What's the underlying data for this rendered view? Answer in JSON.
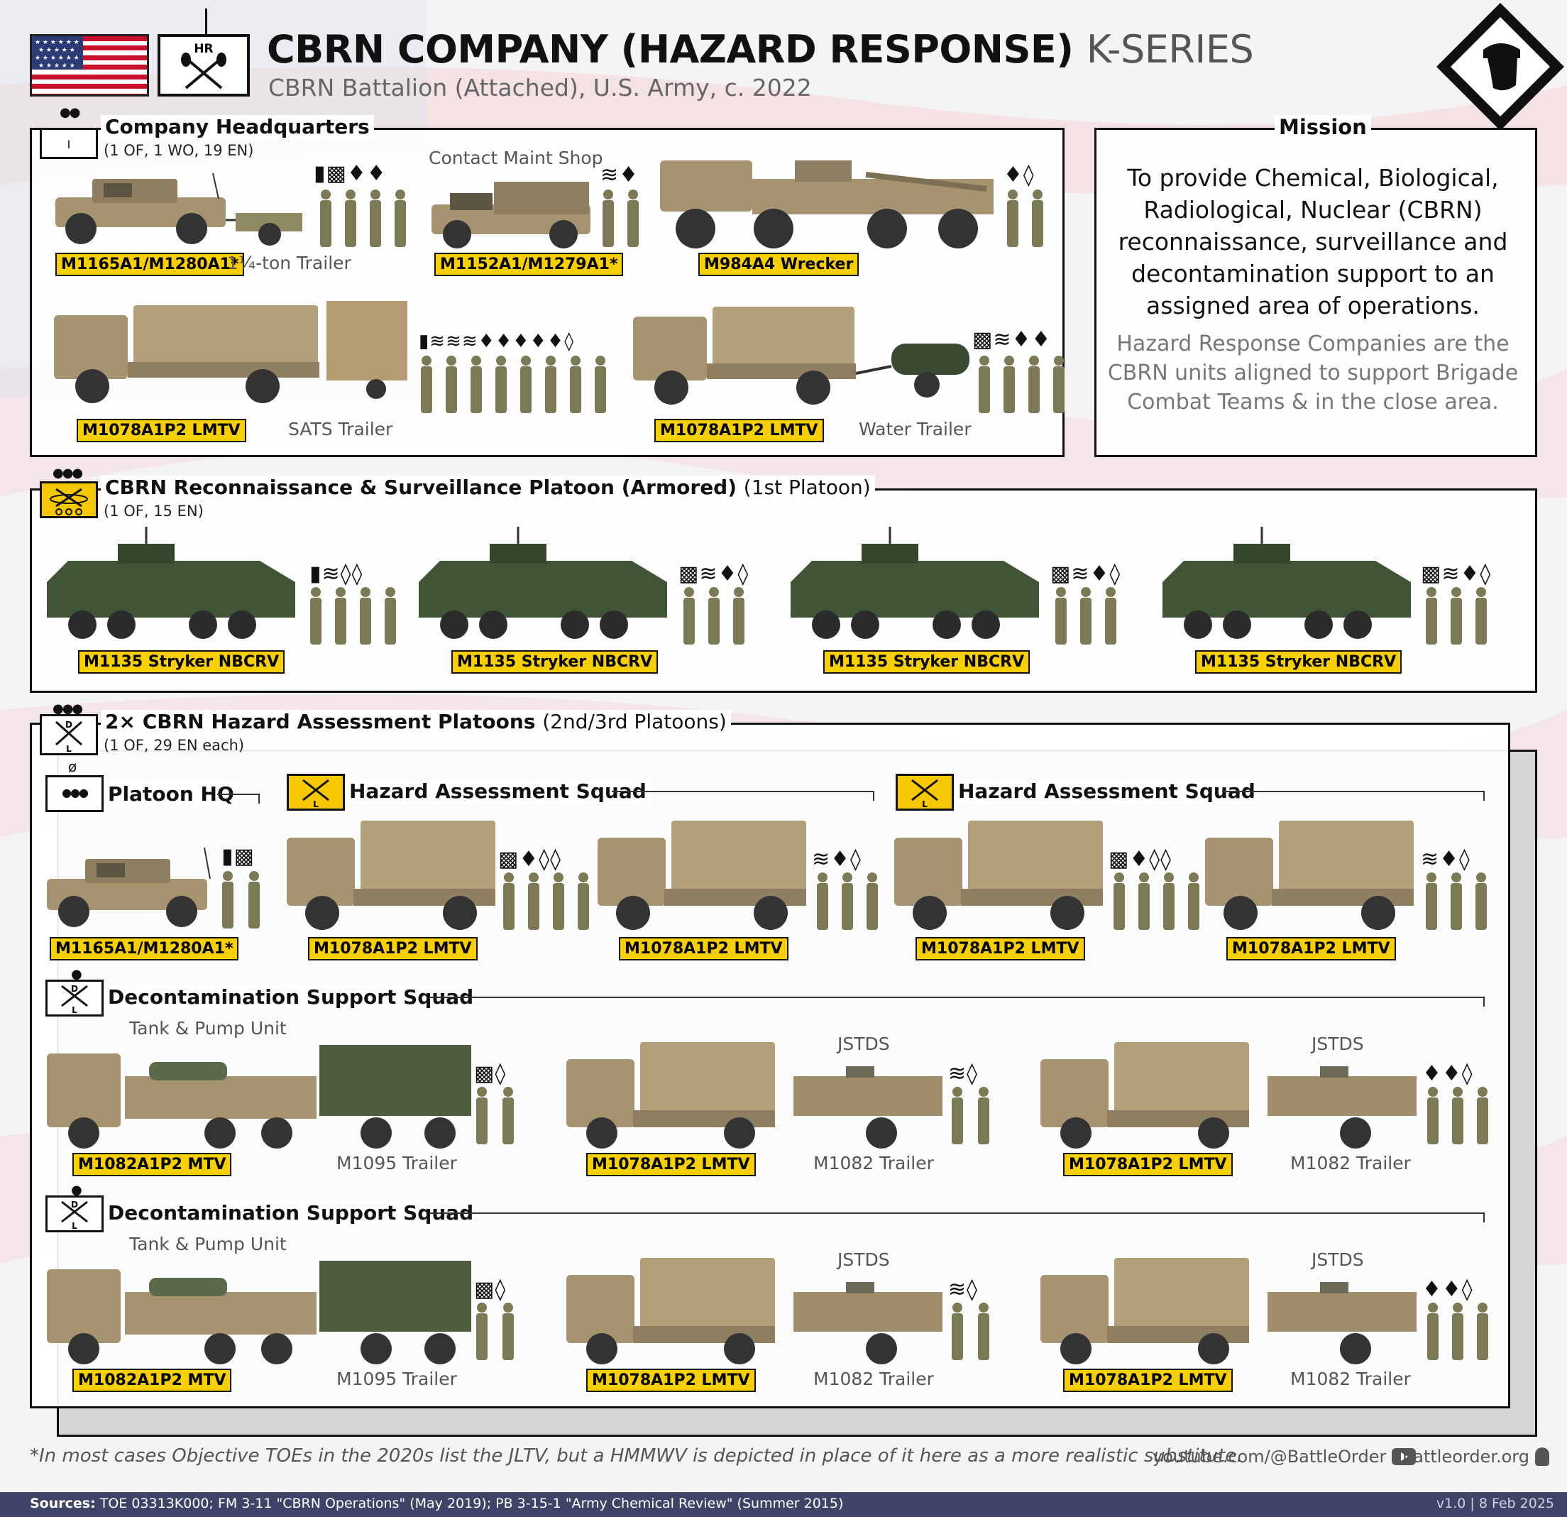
{
  "header": {
    "title_bold": "CBRN COMPANY (HAZARD RESPONSE)",
    "title_light": "K-SERIES",
    "subtitle": "CBRN Battalion (Attached), U.S. Army, c. 2022",
    "unit_symbol_text": "HR"
  },
  "mission": {
    "title": "Mission",
    "main": "To provide Chemical, Biological, Radiological, Nuclear (CBRN) reconnaissance, surveillance and decontamination support to an assigned area of operations.",
    "note": "Hazard Response Companies are the CBRN units aligned to support Brigade Combat Teams & in the close area."
  },
  "hq": {
    "title": "Company Headquarters",
    "sub": "(1 OF, 1 WO, 19 EN)",
    "sym_text": "I",
    "items": [
      {
        "label": "M1165A1/M1280A1*",
        "trailer": "1¼-ton Trailer",
        "ranks": "▮▩♦♦"
      },
      {
        "label": "M1152A1/M1279A1*",
        "top": "Contact Maint Shop",
        "ranks": "≋♦"
      },
      {
        "label": "M984A4 Wrecker",
        "ranks": "♦◊"
      },
      {
        "label": "M1078A1P2 LMTV",
        "trailer": "SATS Trailer",
        "ranks": "▮≋≋≋♦♦♦♦♦◊"
      },
      {
        "label": "M1078A1P2 LMTV",
        "trailer": "Water Trailer",
        "ranks": "▩≋♦♦"
      }
    ]
  },
  "recon": {
    "title_bold": "CBRN Reconnaissance & Surveillance Platoon (Armored)",
    "title_norm": "(1st Platoon)",
    "sub": "(1 OF, 15 EN)",
    "items": [
      {
        "label": "M1135 Stryker NBCRV",
        "ranks": "▮≋◊◊"
      },
      {
        "label": "M1135 Stryker NBCRV",
        "ranks": "▩≋♦◊"
      },
      {
        "label": "M1135 Stryker NBCRV",
        "ranks": "▩≋♦◊"
      },
      {
        "label": "M1135 Stryker NBCRV",
        "ranks": "▩≋♦◊"
      }
    ]
  },
  "hazard": {
    "title_bold": "2× CBRN Hazard Assessment Platoons",
    "title_norm": "(2nd/3rd Platoons)",
    "sub": "(1 OF, 29 EN each)",
    "platoon_hq": {
      "title": "Platoon HQ",
      "label": "M1165A1/M1280A1*",
      "ranks": "▮▩"
    },
    "squad_title": "Hazard Assessment Squad",
    "squads": [
      {
        "label": "M1078A1P2 LMTV",
        "ranks": "▩♦◊◊"
      },
      {
        "label": "M1078A1P2 LMTV",
        "ranks": "≋♦◊"
      },
      {
        "label": "M1078A1P2 LMTV",
        "ranks": "▩♦◊◊"
      },
      {
        "label": "M1078A1P2 LMTV",
        "ranks": "≋♦◊"
      }
    ],
    "decon_title": "Decontamination Support Squad",
    "decon_rows": [
      [
        {
          "label": "M1082A1P2 MTV",
          "top": "Tank & Pump Unit",
          "trailer": "M1095 Trailer",
          "ranks": "▩◊"
        },
        {
          "label": "M1078A1P2 LMTV",
          "top": "JSTDS",
          "trailer": "M1082 Trailer",
          "ranks": "≋◊"
        },
        {
          "label": "M1078A1P2 LMTV",
          "top": "JSTDS",
          "trailer": "M1082 Trailer",
          "ranks": "♦♦◊"
        }
      ],
      [
        {
          "label": "M1082A1P2 MTV",
          "top": "Tank & Pump Unit",
          "trailer": "M1095 Trailer",
          "ranks": "▩◊"
        },
        {
          "label": "M1078A1P2 LMTV",
          "top": "JSTDS",
          "trailer": "M1082 Trailer",
          "ranks": "≋◊"
        },
        {
          "label": "M1078A1P2 LMTV",
          "top": "JSTDS",
          "trailer": "M1082 Trailer",
          "ranks": "♦♦◊"
        }
      ]
    ]
  },
  "footer": {
    "footnote": "*In most cases Objective TOEs in the 2020s list the JLTV, but a HMMWV is depicted in place of it here as a more realistic substitute.",
    "youtube": "youtube.com/@BattleOrder",
    "site": "battleorder.org",
    "sources_label": "Sources:",
    "sources": "TOE 03313K000; FM 3-11 \"CBRN Operations\" (May 2019); PB 3-15-1 \"Army Chemical Review\" (Summer 2015)",
    "version": "v1.0 | 8 Feb 2025"
  },
  "colors": {
    "label_yellow": "#f8cf00",
    "vehicle_tan": "#a69471",
    "vehicle_green": "#3f5535",
    "footer_navy": "#3d4468",
    "flag_red": "#c8102e"
  }
}
